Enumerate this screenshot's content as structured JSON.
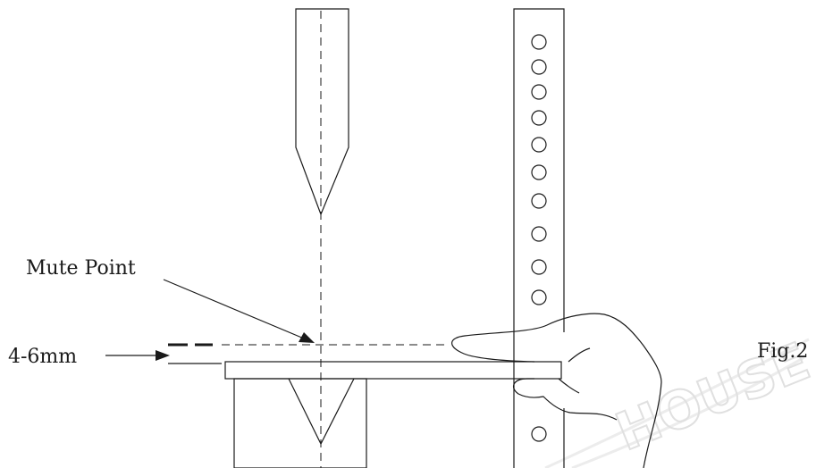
{
  "labels": {
    "mute_point": "Mute Point",
    "gap": "4-6mm",
    "figure": "Fig.2"
  },
  "watermark": {
    "text": "HOUSE"
  },
  "colors": {
    "ink": "#1a1a1a",
    "watermark": "#e6e6e6",
    "background": "#ffffff"
  }
}
